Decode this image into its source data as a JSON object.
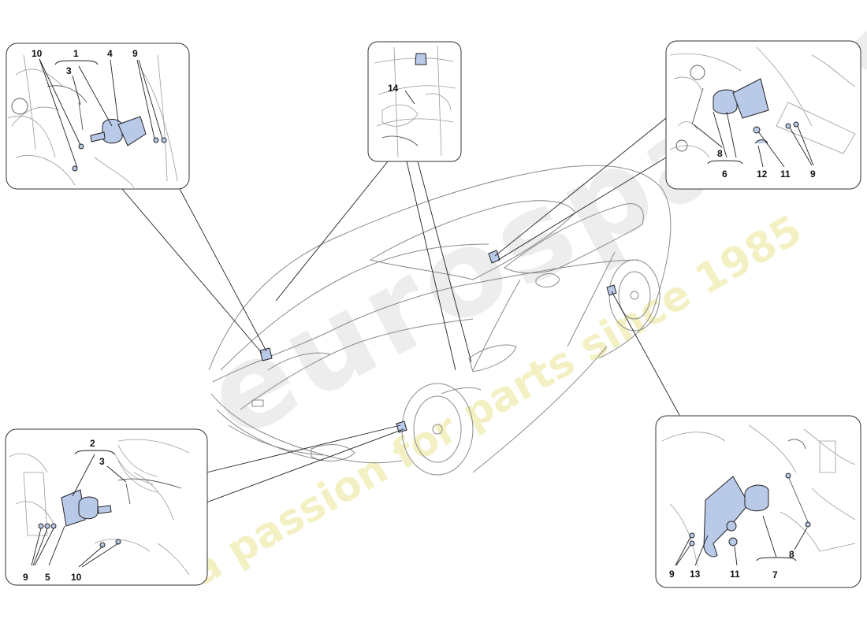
{
  "watermark": {
    "brand_text": "eurospares",
    "tagline": "a passion for parts since 1985"
  },
  "callouts": {
    "top_left": {
      "labels": [
        "1",
        "3",
        "4",
        "9",
        "10"
      ]
    },
    "bottom_left": {
      "labels": [
        "2",
        "3",
        "9",
        "5",
        "10"
      ]
    },
    "top_center": {
      "labels": [
        "14"
      ]
    },
    "top_right": {
      "labels": [
        "8",
        "6",
        "12",
        "11",
        "9"
      ]
    },
    "bottom_right": {
      "labels": [
        "9",
        "13",
        "11",
        "7",
        "8"
      ]
    }
  },
  "colors": {
    "part_fill": "#b9c9e8",
    "line": "#222222",
    "car_line": "#8a8a8a",
    "watermark_yellow": "#f1efb9"
  }
}
